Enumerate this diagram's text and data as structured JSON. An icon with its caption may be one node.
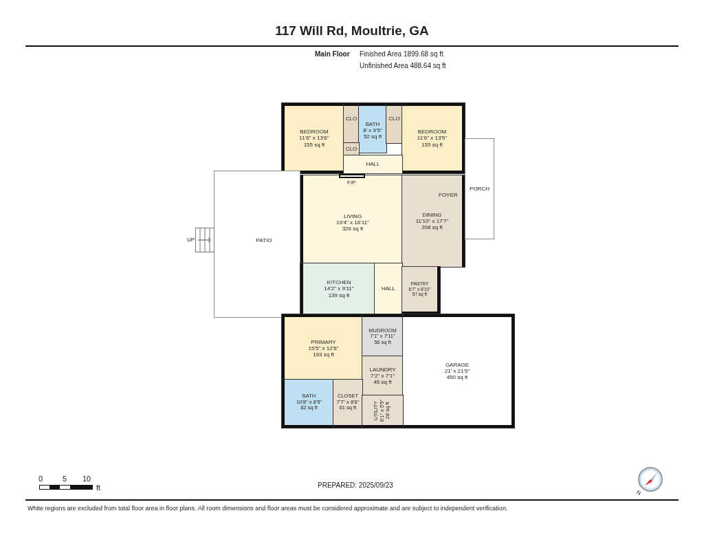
{
  "diagram": {
    "title": "117 Will Rd, Moultrie, GA",
    "caption": "White regions are excluded from total floor area in floor plans. All room dimensions and floor areas must be considered approximate and are subject to independent verification.",
    "nodes": [
      {
        "text": [
          "BEDROOM",
          "11'6\" x 13'6\"",
          "155 sq ft"
        ]
      },
      {
        "text": [
          "CLO"
        ]
      },
      {
        "text": [
          "BATH",
          "8' x 9'5\"",
          "52 sq ft"
        ]
      },
      {
        "text": [
          "CLO"
        ]
      },
      {
        "text": [
          "BEDROOM",
          "11'6\" x 13'5\"",
          "155 sq ft"
        ]
      },
      {
        "text": [
          "CLO"
        ]
      },
      {
        "text": [
          "HALL"
        ]
      },
      {
        "text": [
          "LIVING",
          "19'4\" x 16'11\"",
          "326 sq ft"
        ]
      },
      {
        "text": [
          "DINING",
          "11'10\" x 17'7\"",
          "208 sq ft"
        ]
      },
      {
        "text": [
          "PORCH"
        ]
      },
      {
        "text": [
          "PATIO"
        ]
      },
      {
        "text": [
          "KITCHEN",
          "14'2\" x 9'11\"",
          "139 sq ft"
        ]
      },
      {
        "text": [
          "HALL"
        ]
      },
      {
        "text": [
          "PANTRY",
          "6'7\" x 8'10\"",
          "57 sq ft"
        ]
      },
      {
        "text": [
          "PRIMARY",
          "15'5\" x 12'6\"",
          "193 sq ft"
        ]
      },
      {
        "text": [
          "MUDROOM",
          "7'1\" x 7'11\"",
          "56 sq ft"
        ]
      },
      {
        "text": [
          "LAUNDRY",
          "7'2\" x 7'1\"",
          "45 sq ft"
        ]
      },
      {
        "text": [
          "GARAGE",
          "21' x 21'5\"",
          "450 sq ft"
        ]
      },
      {
        "text": [
          "BATH",
          "10'8\" x 8'5\"",
          "82 sq ft"
        ]
      },
      {
        "text": [
          "CLOSET",
          "7'7\" x 8'6\"",
          "61 sq ft"
        ]
      },
      {
        "text": [
          "UTILITY",
          "6'1\" x 5'5\"",
          "28 sq ft"
        ]
      }
    ],
    "labels": [
      "Main Floor",
      "Finished Area 1899.68 sq ft",
      "Unfinished Area 488.64 sq ft",
      "F/P",
      "FOYER",
      "UP",
      "0",
      "5",
      "10",
      "ft",
      "PREPARED: 2025/09/23",
      "N"
    ]
  }
}
